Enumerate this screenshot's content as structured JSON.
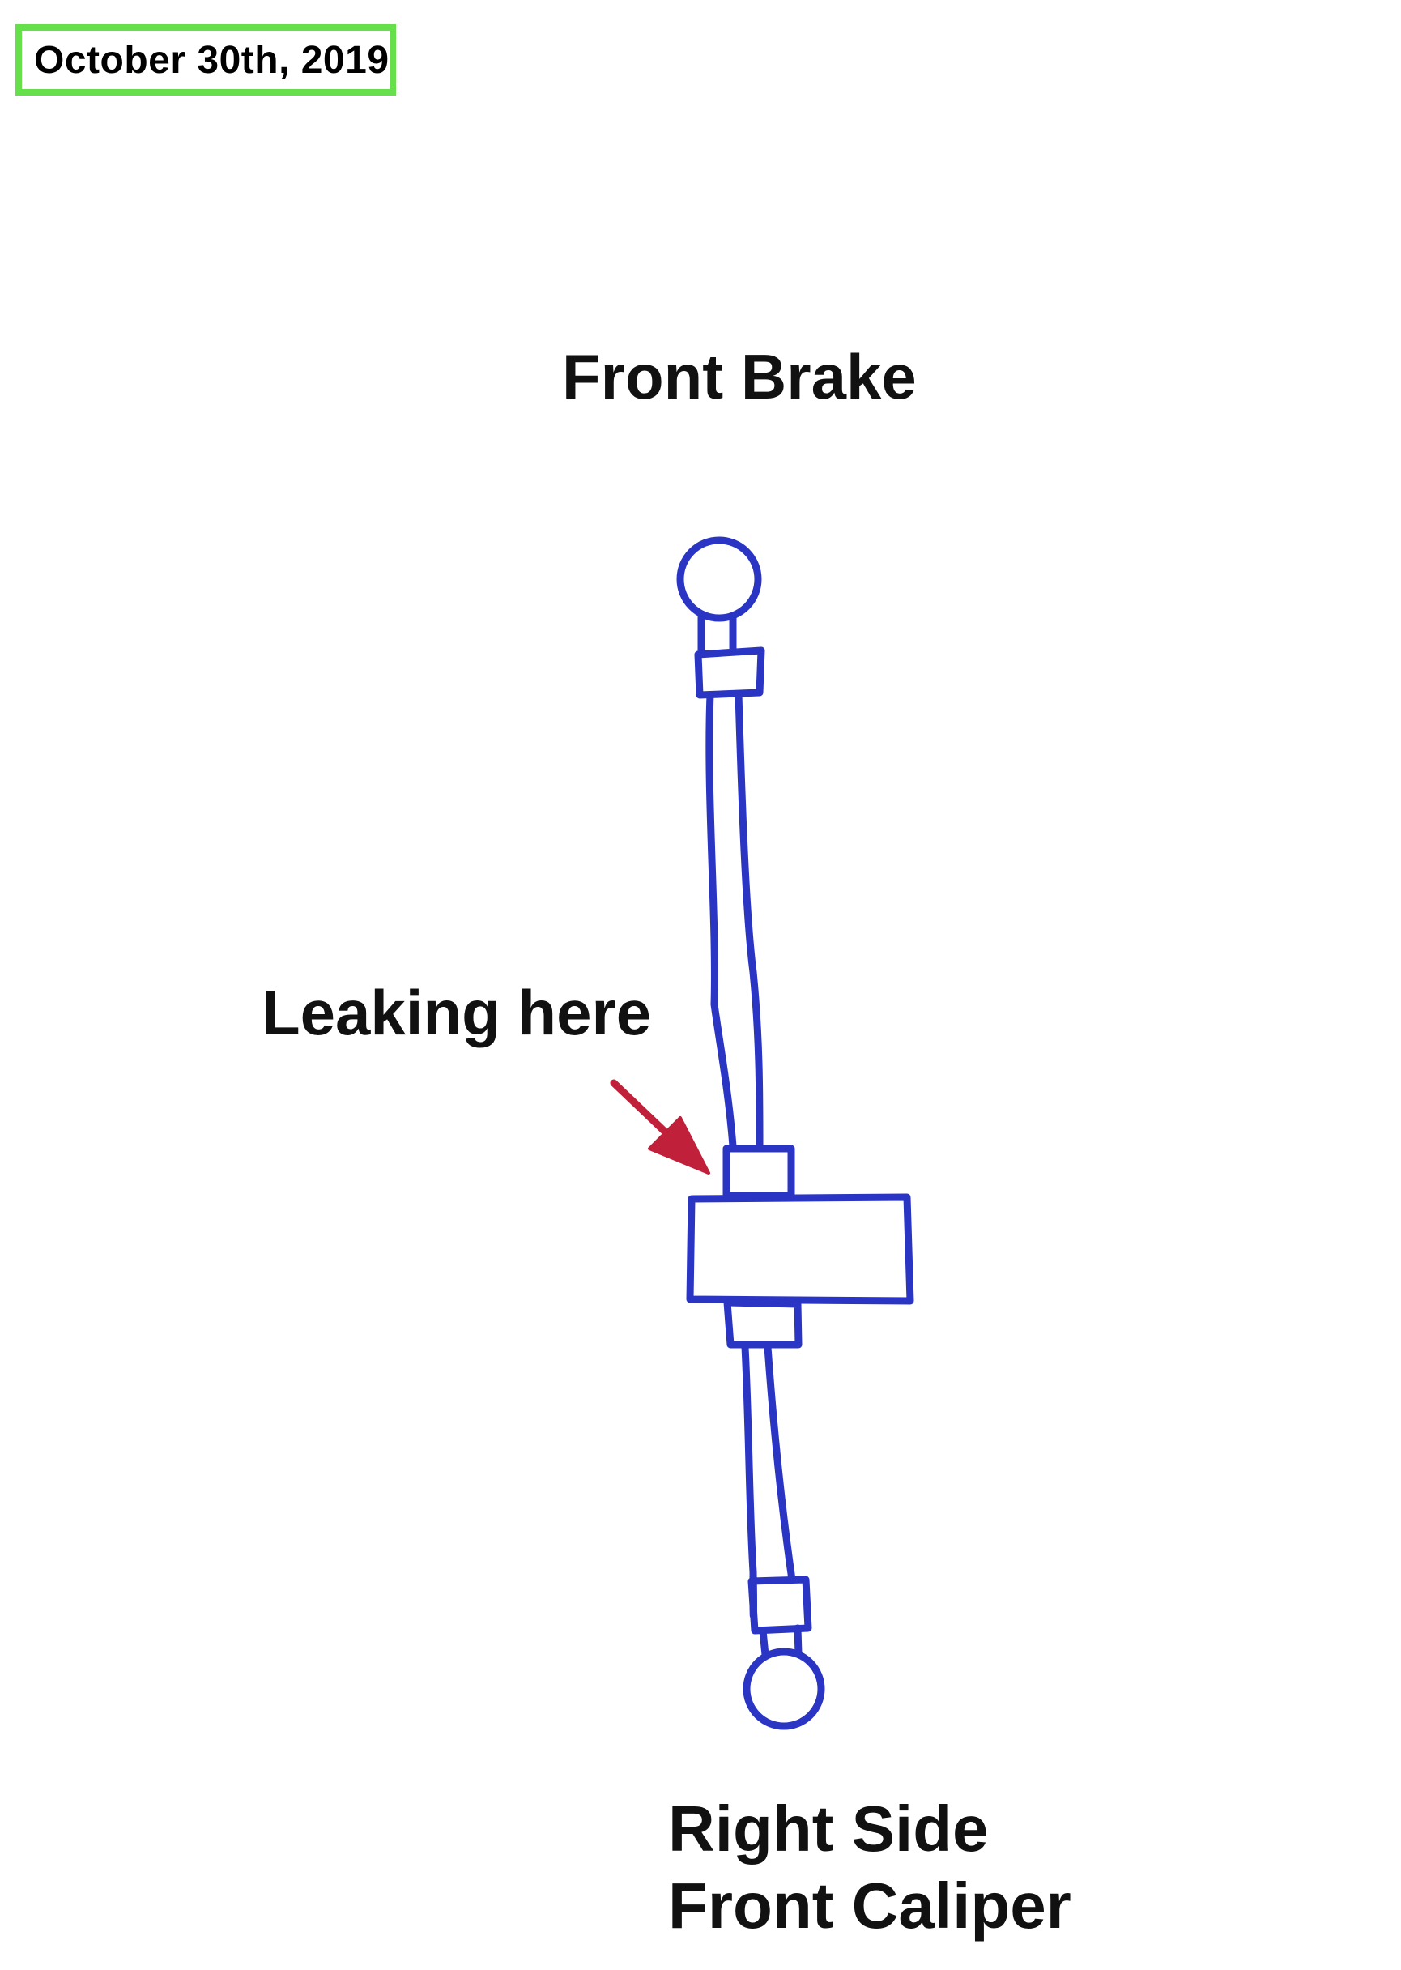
{
  "date": "October 30th, 2019",
  "title": "Front Brake",
  "annotation": "Leaking here",
  "caption": {
    "line1": "Right Side",
    "line2": "Front Caliper"
  },
  "colors": {
    "date_border": "#66e04a",
    "ink_blue": "#2b35c4",
    "arrow_red": "#c0203a",
    "text": "#111111"
  }
}
